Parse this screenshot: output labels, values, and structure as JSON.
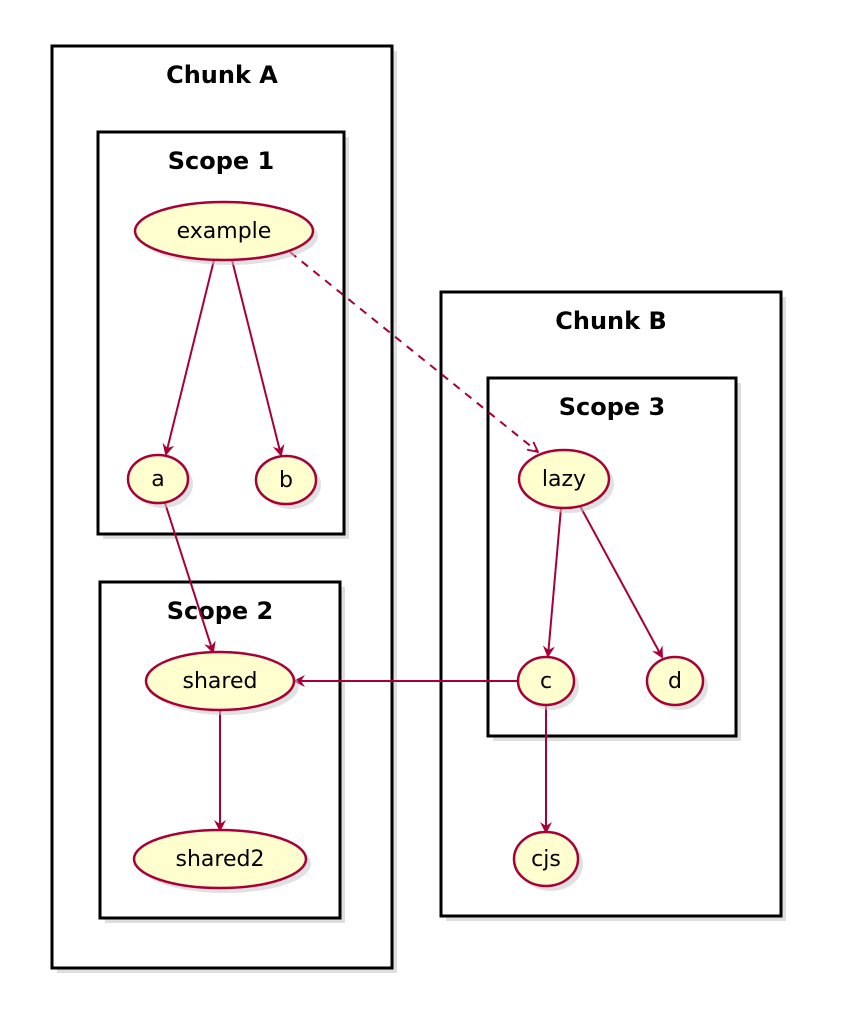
{
  "colors": {
    "node_fill": "#fefece",
    "node_stroke": "#a80036",
    "edge": "#a80036",
    "cluster_stroke": "#000000"
  },
  "clusters": [
    {
      "id": "chunk-a",
      "label": "Chunk A"
    },
    {
      "id": "scope-1",
      "label": "Scope 1"
    },
    {
      "id": "scope-2",
      "label": "Scope 2"
    },
    {
      "id": "chunk-b",
      "label": "Chunk B"
    },
    {
      "id": "scope-3",
      "label": "Scope 3"
    }
  ],
  "nodes": [
    {
      "id": "example",
      "label": "example"
    },
    {
      "id": "a",
      "label": "a"
    },
    {
      "id": "b",
      "label": "b"
    },
    {
      "id": "shared",
      "label": "shared"
    },
    {
      "id": "shared2",
      "label": "shared2"
    },
    {
      "id": "lazy",
      "label": "lazy"
    },
    {
      "id": "c",
      "label": "c"
    },
    {
      "id": "d",
      "label": "d"
    },
    {
      "id": "cjs",
      "label": "cjs"
    }
  ],
  "edges": [
    {
      "from": "example",
      "to": "a",
      "style": "solid"
    },
    {
      "from": "example",
      "to": "b",
      "style": "solid"
    },
    {
      "from": "example",
      "to": "lazy",
      "style": "dashed"
    },
    {
      "from": "a",
      "to": "shared",
      "style": "solid"
    },
    {
      "from": "shared",
      "to": "shared2",
      "style": "solid"
    },
    {
      "from": "lazy",
      "to": "c",
      "style": "solid"
    },
    {
      "from": "lazy",
      "to": "d",
      "style": "solid"
    },
    {
      "from": "c",
      "to": "shared",
      "style": "solid"
    },
    {
      "from": "c",
      "to": "cjs",
      "style": "solid"
    }
  ]
}
